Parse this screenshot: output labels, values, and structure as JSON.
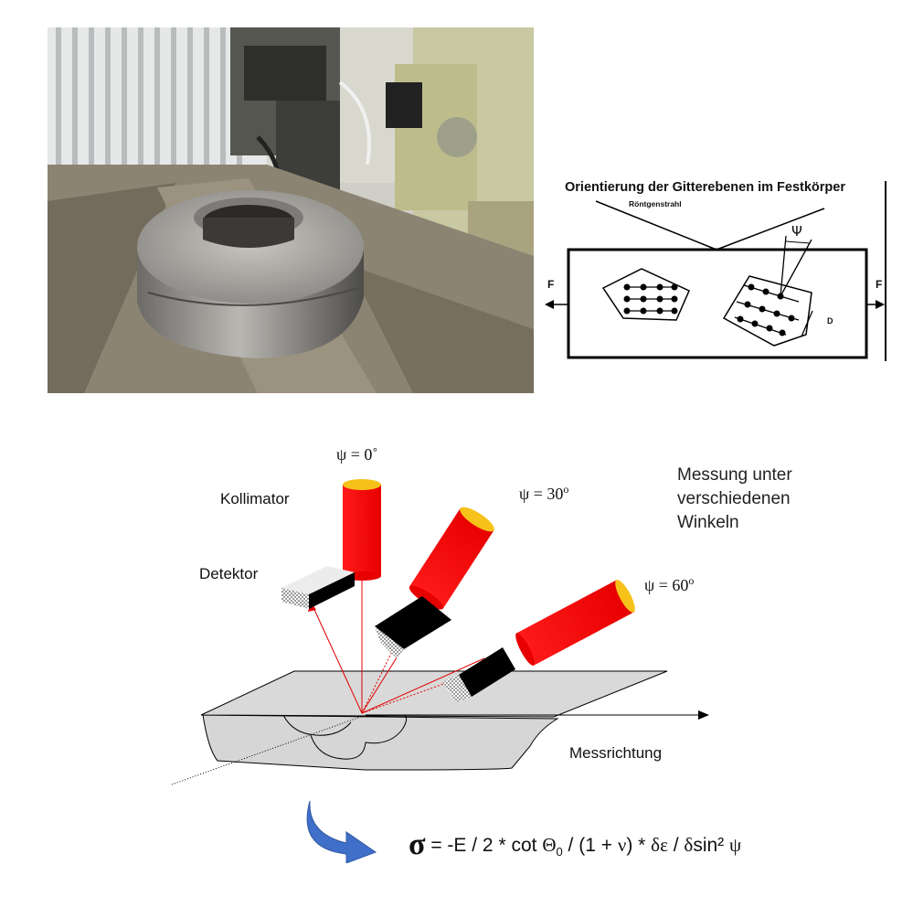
{
  "photo": {
    "description_icon": "wheel-measurement-photo"
  },
  "schematic": {
    "title": "Orientierung der Gitterebenen im Festkörper",
    "beam_label": "Röntgenstrahl",
    "force_left": "F",
    "force_right": "F",
    "psi_symbol": "Ψ",
    "spacing_label": "D"
  },
  "xray": {
    "psi0": "ψ = 0˚",
    "psi30": "ψ = 30",
    "psi30_sup": "o",
    "psi60": "ψ = 60",
    "psi60_sup": "o",
    "collimator": "Kollimator",
    "detector": "Detektor",
    "measurement_direction": "Messrichtung",
    "message_line1": "Messung unter",
    "message_line2": "verschiedenen",
    "message_line3": "Winkeln"
  },
  "formula": {
    "sigma": "σ",
    "part1": " = -E / 2 * cot ",
    "theta": "Θ",
    "sub0": "0",
    "part2": " / (1 + ",
    "nu": "ν",
    "part3": ") * ",
    "d1": "δε",
    "part4": " / ",
    "d2": "δ",
    "part5": "sin² ",
    "psi": "ψ"
  },
  "colors": {
    "collimator": "#ff0000",
    "collimator_top": "#f6c21a",
    "arrow": "#3f6fc8",
    "ray": "#e00000"
  }
}
